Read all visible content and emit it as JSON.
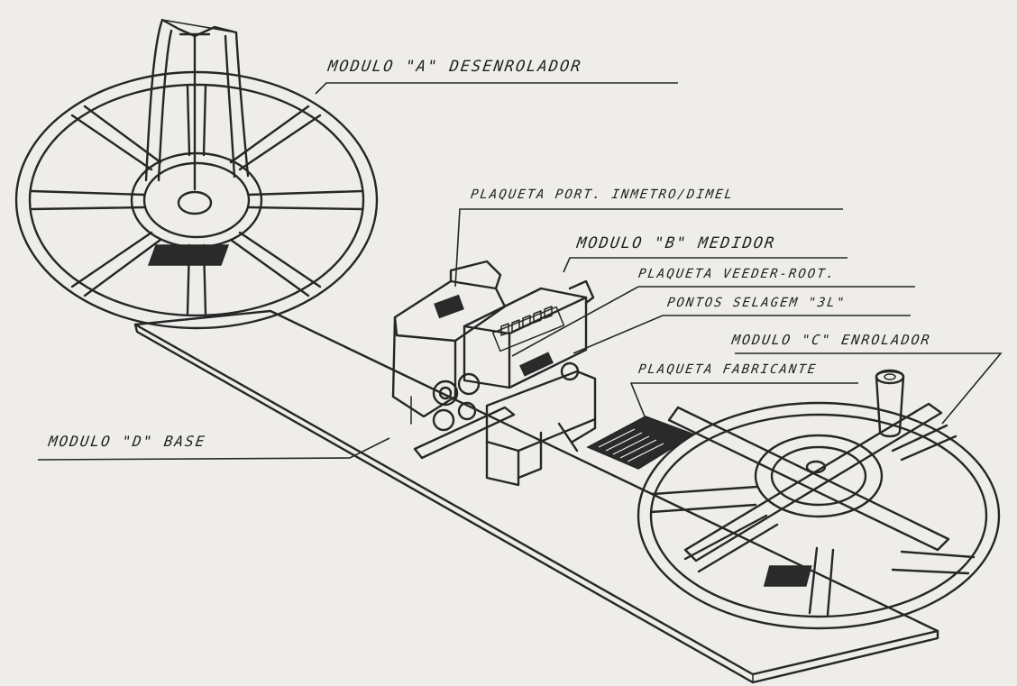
{
  "labels": {
    "module_a": "MODULO \"A\" DESENROLADOR",
    "plate_inmetro": "PLAQUETA PORT. INMETRO/DIMEL",
    "module_b": "MODULO \"B\" MEDIDOR",
    "plate_veeder": "PLAQUETA VEEDER-ROOT.",
    "seal_points": "PONTOS SELAGEM \"3L\"",
    "module_c": "MODULO \"C\" ENROLADOR",
    "plate_maker": "PLAQUETA FABRICANTE",
    "module_d": "MODULO \"D\" BASE"
  },
  "colors": {
    "paper": "#efedea",
    "ink": "#262626"
  }
}
